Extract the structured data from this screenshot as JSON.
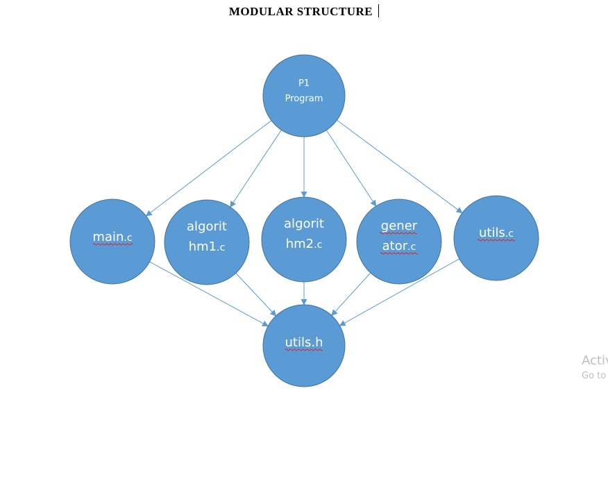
{
  "title": "MODULAR STRUCTURE",
  "colors": {
    "node_fill": "#5b9bd5",
    "node_stroke": "#41719c",
    "edge": "#5b9bd5",
    "text": "#ffffff",
    "spellcheck": "#e02020"
  },
  "nodes": {
    "root": {
      "lines": [
        "P1",
        "Program"
      ]
    },
    "main": {
      "base": "main",
      "ext": ".c"
    },
    "algo1": {
      "line1": "algorit",
      "line2_base": "hm1",
      "ext": ".c"
    },
    "algo2": {
      "line1": "algorit",
      "line2_base": "hm2",
      "ext": ".c"
    },
    "generator": {
      "line1": "gener",
      "line2_base": "ator",
      "ext": ".c"
    },
    "utils_c": {
      "base": "utils",
      "ext": ".c"
    },
    "utils_h": {
      "label": "utils.h"
    }
  },
  "edges": [
    {
      "from": "root",
      "to": "main"
    },
    {
      "from": "root",
      "to": "algo1"
    },
    {
      "from": "root",
      "to": "algo2"
    },
    {
      "from": "root",
      "to": "generator"
    },
    {
      "from": "root",
      "to": "utils_c"
    },
    {
      "from": "main",
      "to": "utils_h"
    },
    {
      "from": "algo1",
      "to": "utils_h"
    },
    {
      "from": "algo2",
      "to": "utils_h"
    },
    {
      "from": "generator",
      "to": "utils_h"
    },
    {
      "from": "utils_c",
      "to": "utils_h"
    }
  ],
  "watermark": {
    "line1": "Activ",
    "line2": "Go to"
  }
}
